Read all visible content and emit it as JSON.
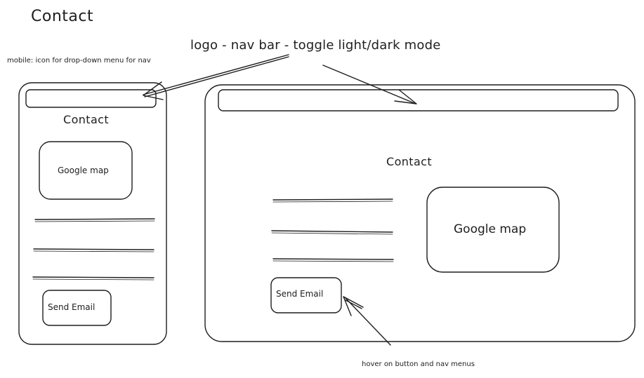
{
  "page_title": "Contact",
  "annotations": {
    "header_note": "logo - nav bar  -  toggle light/dark mode",
    "mobile_note": "mobile: icon for drop-down menu for nav",
    "hover_note": "hover on button and nav menus"
  },
  "mobile": {
    "heading": "Contact",
    "map_label": "Google map",
    "button_label": "Send Email"
  },
  "desktop": {
    "heading": "Contact",
    "map_label": "Google map",
    "button_label": "Send Email"
  }
}
